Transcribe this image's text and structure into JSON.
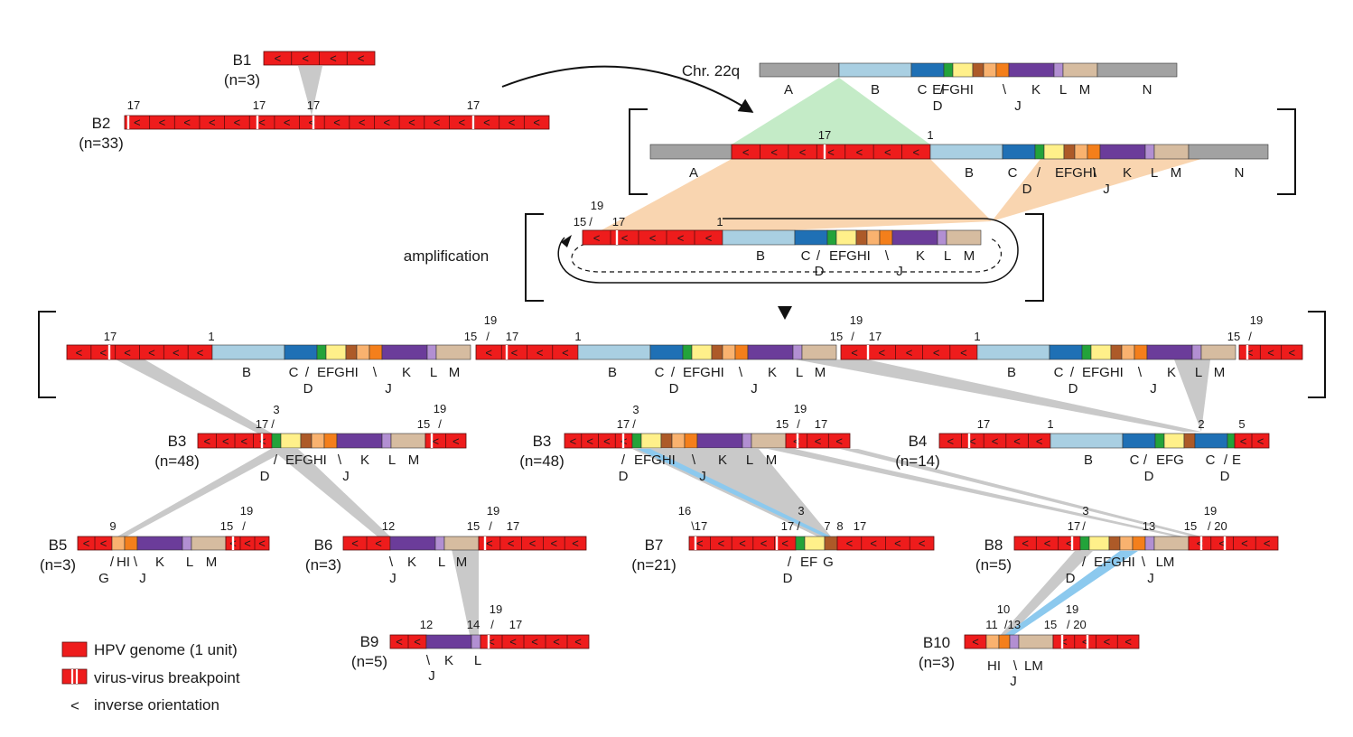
{
  "colors": {
    "virus": "#ee1c1c",
    "virus_border": "#5a0c0c",
    "A": "#a2a2a2",
    "B": "#a9cfe2",
    "C": "#1f70b5",
    "D": "#23a33a",
    "E": "#fff08a",
    "F": "#ad5a28",
    "G": "#f9b26f",
    "H": "#f47f1b",
    "I": "#6b3c9a",
    "J": "#b28fd2",
    "K": "#d6bca0",
    "N": "#a2a2a2",
    "green_band": "#c4ebc7",
    "peach_band": "#f9d5b0",
    "grey_band": "#c9c9c9",
    "blue_band": "#8cc9ee"
  },
  "samples": {
    "b1": {
      "name": "B1",
      "n": "(n=3)"
    },
    "b2": {
      "name": "B2",
      "n": "(n=33)"
    },
    "b3a": {
      "name": "B3",
      "n": "(n=48)"
    },
    "b3b": {
      "name": "B3",
      "n": "(n=48)"
    },
    "b4": {
      "name": "B4",
      "n": "(n=14)"
    },
    "b5": {
      "name": "B5",
      "n": "(n=3)"
    },
    "b6": {
      "name": "B6",
      "n": "(n=3)"
    },
    "b7": {
      "name": "B7",
      "n": "(n=21)"
    },
    "b8": {
      "name": "B8",
      "n": "(n=5)"
    },
    "b9": {
      "name": "B9",
      "n": "(n=5)"
    },
    "b10": {
      "name": "B10",
      "n": "(n=3)"
    }
  },
  "chromosome_label": "Chr. 22q",
  "amplification_label": "amplification",
  "inverse_glyph": "<",
  "legend": {
    "genome": "HPV genome (1 unit)",
    "breakpoint": "virus-virus breakpoint",
    "inverse_symbol": "<",
    "inverse": "inverse orientation"
  },
  "labels": {
    "t_17": "17",
    "t_1": "1",
    "t_19": "19",
    "t_15": "15",
    "t_3": "3",
    "t_2": "2",
    "t_5": "5",
    "t_9": "9",
    "t_12": "12",
    "t_16": "16",
    "t_7": "7",
    "t_8": "8",
    "t_13": "13",
    "t_20": "20",
    "t_14": "14",
    "t_10": "10",
    "t_11": "11",
    "slash": "/",
    "bslash": "\\",
    "slash13": "/13",
    "slash20": "/ 20",
    "s_A": "A",
    "s_B": "B",
    "s_C": "C",
    "s_D": "D",
    "s_EFGHI": "EFGHI",
    "s_J": "J",
    "s_K": "K",
    "s_L": "L",
    "s_M": "M",
    "s_N": "N",
    "s_EFG": "EFG",
    "s_C2": "C",
    "s_E": "E",
    "s_HI": "HI",
    "s_G": "G",
    "s_EF": "EF",
    "s_G_inv": "G",
    "s_LM": "LM"
  }
}
